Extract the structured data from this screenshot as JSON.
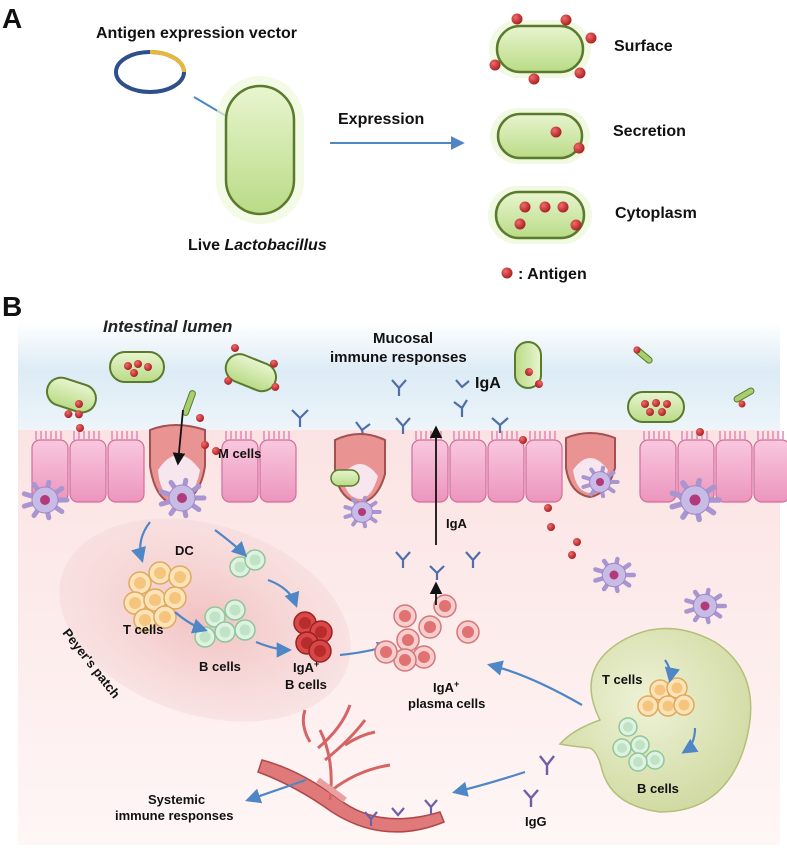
{
  "panel_a": {
    "letter": "A",
    "vector_label": "Antigen expression vector",
    "bacterium_prefix": "Live ",
    "bacterium_species": "Lactobacillus",
    "arrow_label": "Expression",
    "surface_label": "Surface",
    "secretion_label": "Secretion",
    "cytoplasm_label": "Cytoplasm",
    "legend_label": ": Antigen"
  },
  "panel_b": {
    "letter": "B",
    "lumen_label": "Intestinal lumen",
    "mucosal_line1": "Mucosal",
    "mucosal_line2": "immune responses",
    "iga_top": "IgA",
    "iga_mid": "IgA",
    "m_cells": "M cells",
    "dc": "DC",
    "t_cells_left": "T cells",
    "b_cells_left": "B cells",
    "iga_b_line1": "IgA",
    "iga_b_sup": "+",
    "iga_b_line2": "B cells",
    "peyers": "Peyer's patch",
    "plasma_line1": "IgA",
    "plasma_sup": "+",
    "plasma_line2": "plasma cells",
    "t_cells_right": "T cells",
    "b_cells_right": "B cells",
    "igg": "IgG",
    "systemic_line1": "Systemic",
    "systemic_line2": "immune responses"
  },
  "colors": {
    "bacteria_fill": "#cfe8a6",
    "bacteria_stroke": "#5a7a2c",
    "antigen": "#c0282a",
    "epithelium": "#f2a9c9",
    "arrow_blue": "#4f86c6",
    "t_cell": "#f3c98a",
    "b_cell": "#bfe3c5",
    "plasma": "#e88e8e",
    "iga_b": "#c23a3a",
    "dc": "#b7a6d6",
    "lymph_node": "#dfe6bd",
    "vessel": "#e07a7a"
  }
}
